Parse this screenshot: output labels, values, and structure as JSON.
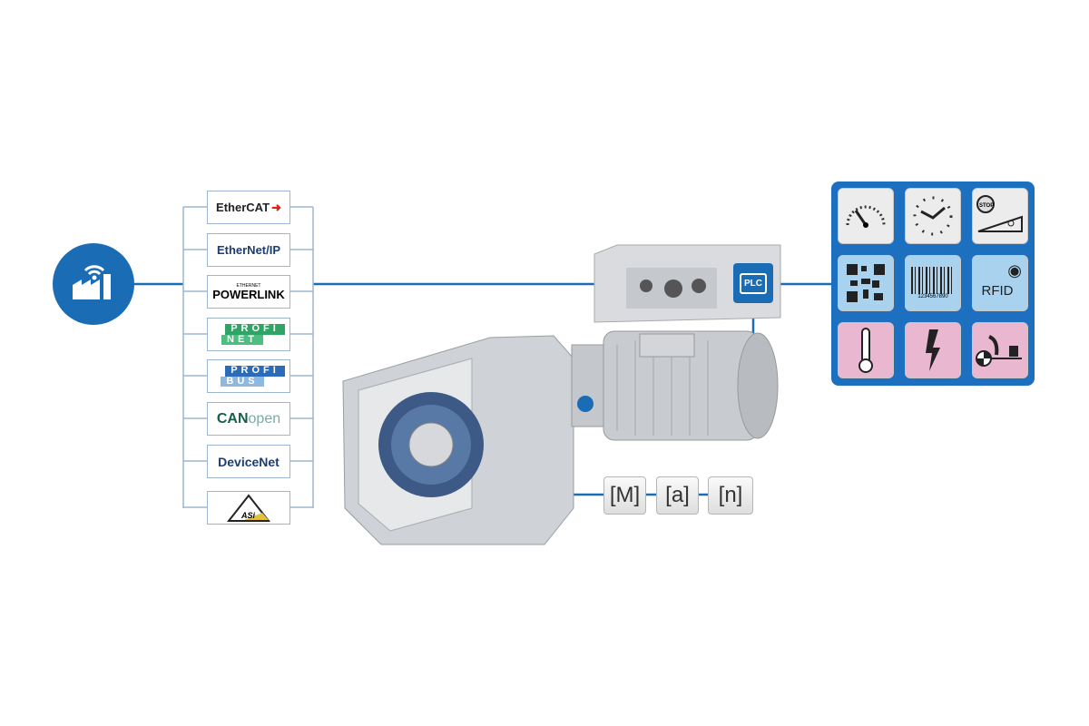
{
  "protocols": [
    {
      "name": "EtherCAT"
    },
    {
      "name": "EtherNet/IP"
    },
    {
      "name": "POWERLINK",
      "super": "ETHERNET"
    },
    {
      "name": "PROFINET",
      "line1": "PROFI",
      "line2": "NET"
    },
    {
      "name": "PROFIBUS",
      "line1": "PROFI",
      "line2": "BUS"
    },
    {
      "name": "CANopen",
      "bold": "CAN",
      "light": "open"
    },
    {
      "name": "DeviceNet"
    },
    {
      "name": "ASi"
    }
  ],
  "drive": {
    "plc_label": "PLC"
  },
  "panel": {
    "tiles": [
      {
        "icon": "speedometer-icon"
      },
      {
        "icon": "clock-icon"
      },
      {
        "icon": "stop-ramp-icon",
        "label": "STOP"
      },
      {
        "icon": "qr-code-icon"
      },
      {
        "icon": "barcode-icon",
        "label": "1234567890"
      },
      {
        "icon": "rfid-icon",
        "label": "RFID"
      },
      {
        "icon": "thermometer-icon"
      },
      {
        "icon": "lightning-icon"
      },
      {
        "icon": "balance-icon"
      }
    ]
  },
  "man": [
    "[M]",
    "[a]",
    "[n]"
  ],
  "colors": {
    "blue": "#1a6cb5",
    "panel": "#1d6fbf"
  }
}
